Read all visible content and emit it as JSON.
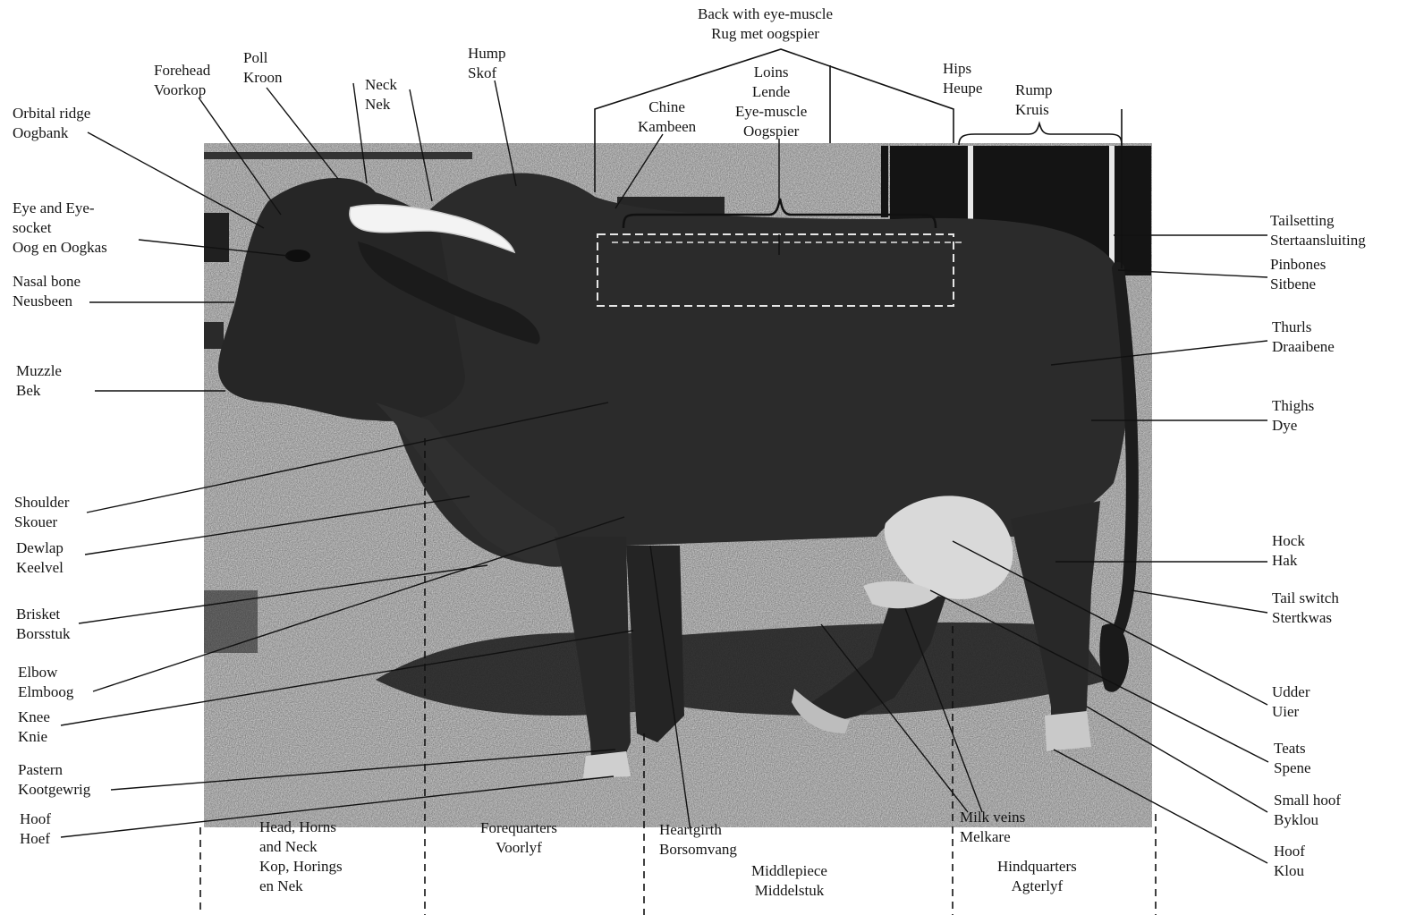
{
  "labels": {
    "orbital_ridge": [
      "Orbital ridge",
      "Oogbank"
    ],
    "eye_socket": [
      "Eye and Eye-",
      "socket",
      "Oog en Oogkas"
    ],
    "nasal_bone": [
      "Nasal bone",
      "Neusbeen"
    ],
    "muzzle": [
      "Muzzle",
      "Bek"
    ],
    "shoulder": [
      "Shoulder",
      "Skouer"
    ],
    "dewlap": [
      "Dewlap",
      "Keelvel"
    ],
    "brisket": [
      "Brisket",
      "Borsstuk"
    ],
    "elbow": [
      "Elbow",
      "Elmboog"
    ],
    "knee": [
      "Knee",
      "Knie"
    ],
    "pastern": [
      "Pastern",
      "Kootgewrig"
    ],
    "hoof_front": [
      "Hoof",
      "Hoef"
    ],
    "forehead": [
      "Forehead",
      "Voorkop"
    ],
    "poll": [
      "Poll",
      "Kroon"
    ],
    "neck": [
      "Neck",
      "Nek"
    ],
    "hump": [
      "Hump",
      "Skof"
    ],
    "back_eye_muscle": [
      "Back with eye-muscle",
      "Rug met oogspier"
    ],
    "chine": [
      "Chine",
      "Kambeen"
    ],
    "loins": [
      "Loins",
      "Lende",
      "Eye-muscle",
      "Oogspier"
    ],
    "hips": [
      "Hips",
      "Heupe"
    ],
    "rump": [
      "Rump",
      "Kruis"
    ],
    "tailsetting": [
      "Tailsetting",
      "Stertaansluiting"
    ],
    "pinbones": [
      "Pinbones",
      "Sitbene"
    ],
    "thurls": [
      "Thurls",
      "Draaibene"
    ],
    "thighs": [
      "Thighs",
      "Dye"
    ],
    "hock": [
      "Hock",
      "Hak"
    ],
    "tail_switch": [
      "Tail switch",
      "Stertkwas"
    ],
    "udder": [
      "Udder",
      "Uier"
    ],
    "teats": [
      "Teats",
      "Spene"
    ],
    "small_hoof": [
      "Small hoof",
      "Byklou"
    ],
    "hoof_rear": [
      "Hoof",
      "Klou"
    ],
    "milk_veins": [
      "Milk veins",
      "Melkare"
    ],
    "heartgirth": [
      "Heartgirth",
      "Borsomvang"
    ],
    "middlepiece": [
      "Middlepiece",
      "Middelstuk"
    ],
    "head_horns_neck": [
      "Head, Horns",
      "and Neck",
      "Kop, Horings",
      "en Nek"
    ],
    "forequarters": [
      "Forequarters",
      "Voorlyf"
    ],
    "hindquarters": [
      "Hindquarters",
      "Agterlyf"
    ]
  }
}
